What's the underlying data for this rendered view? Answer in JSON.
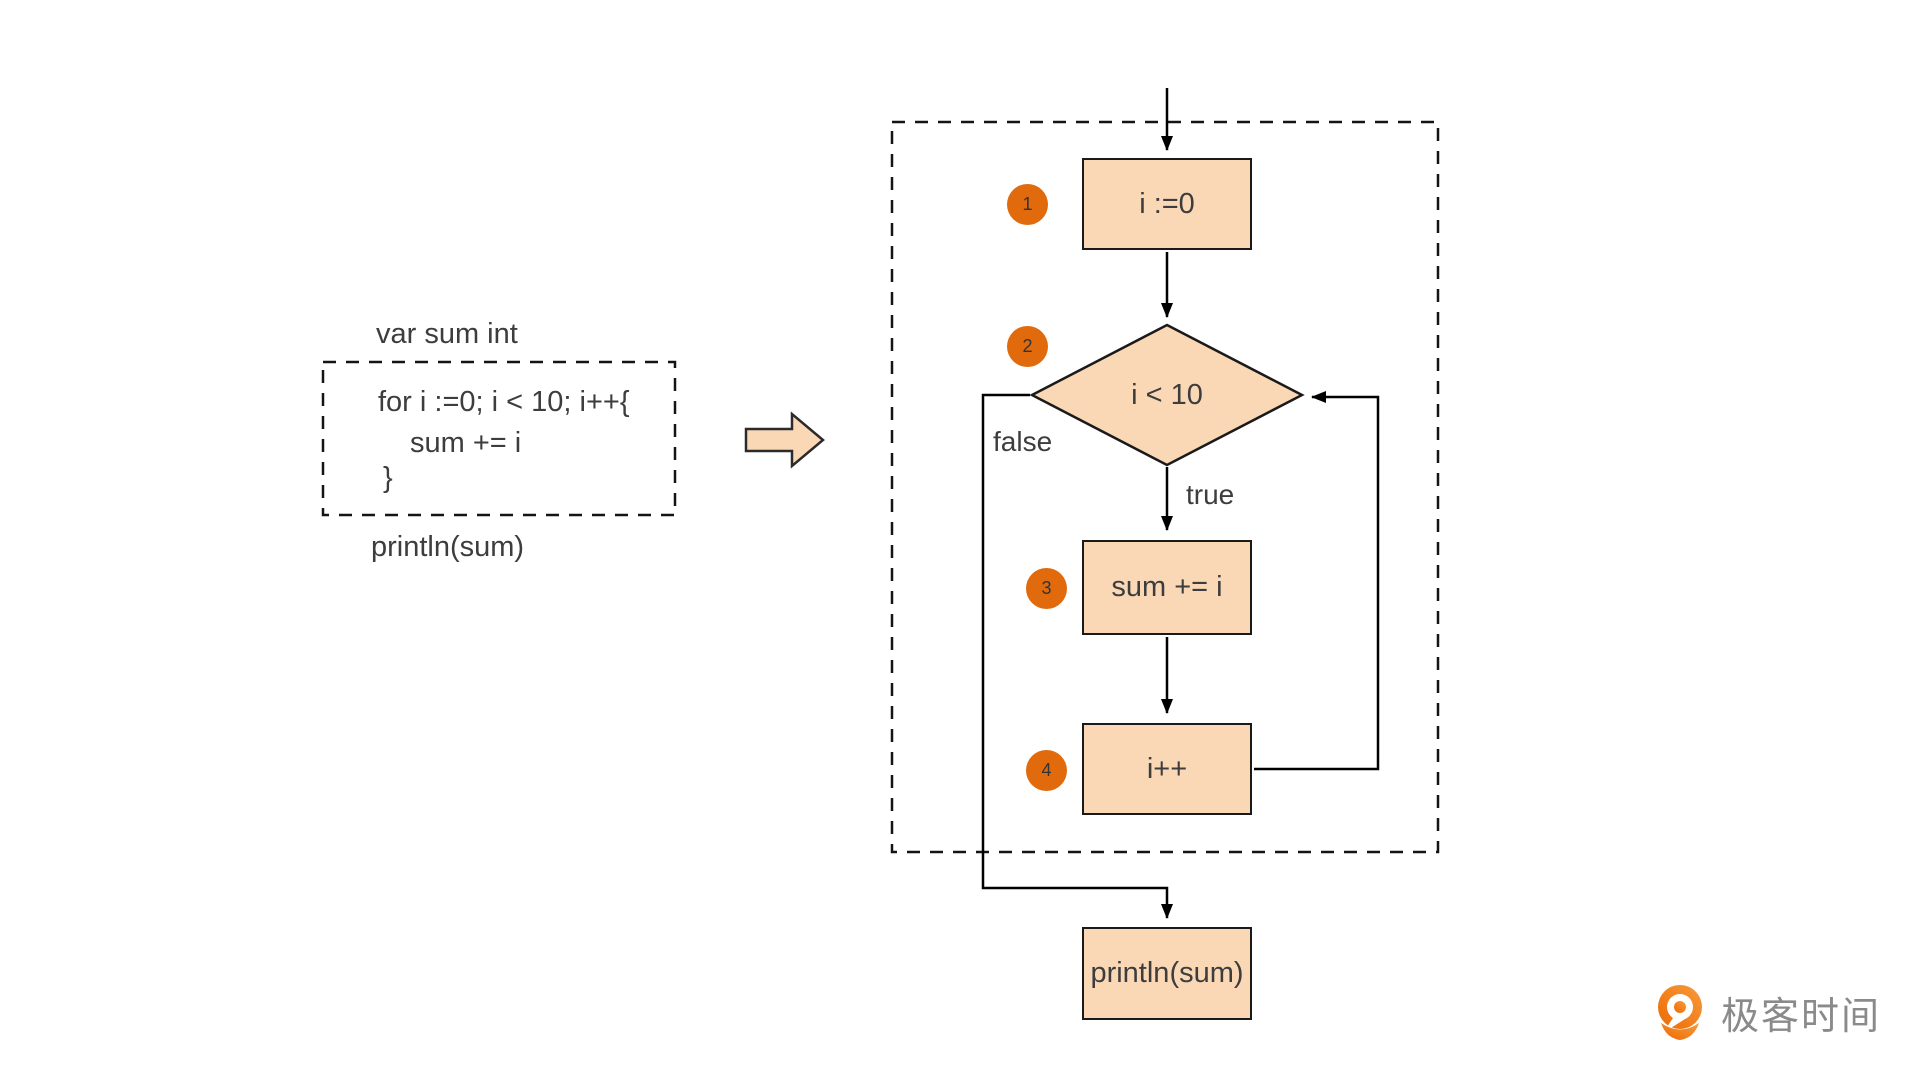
{
  "colors": {
    "shape_fill": "#fad8b6",
    "shape_border": "#1a1a1a",
    "line": "#000000",
    "badge": "#e06a0c",
    "text": "#3d3d3d",
    "logo_text_gray": "#8a8a8a",
    "logo_orange_dark": "#ec6a04",
    "logo_orange_light": "#f89b3c"
  },
  "code_panel": {
    "declaration": "var sum int",
    "loop_header": "for i :=0; i < 10; i++{",
    "loop_body": "sum += i",
    "loop_close": "}",
    "print_call": "println(sum)"
  },
  "flowchart": {
    "badges": [
      "1",
      "2",
      "3",
      "4"
    ],
    "init_label": "i :=0",
    "condition_label": "i < 10",
    "body_label": "sum += i",
    "increment_label": "i++",
    "false_label": "false",
    "true_label": "true",
    "exit_label": "println(sum)"
  },
  "logo": {
    "text": "极客时间"
  }
}
